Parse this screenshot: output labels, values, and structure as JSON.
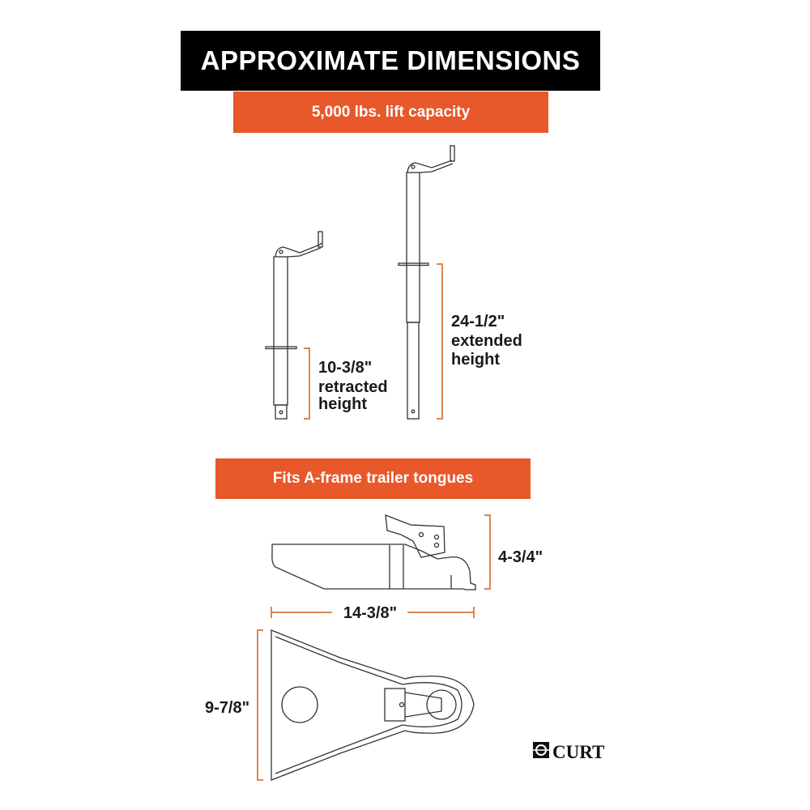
{
  "header": {
    "title": "APPROXIMATE DIMENSIONS"
  },
  "jack_section": {
    "label": "5,000 lbs. lift capacity",
    "retracted": {
      "value": "10-3/8\"",
      "line1": "retracted",
      "line2": "height"
    },
    "extended": {
      "value": "24-1/2\"",
      "line1": "extended",
      "line2": "height"
    }
  },
  "coupler_section": {
    "label": "Fits A-frame trailer tongues",
    "height": "4-3/4\"",
    "length": "14-3/8\"",
    "width": "9-7/8\""
  },
  "brand": {
    "logo": "CURT"
  },
  "colors": {
    "accent": "#e8582a",
    "header_bg": "#000000",
    "bracket": "#d9874f"
  }
}
